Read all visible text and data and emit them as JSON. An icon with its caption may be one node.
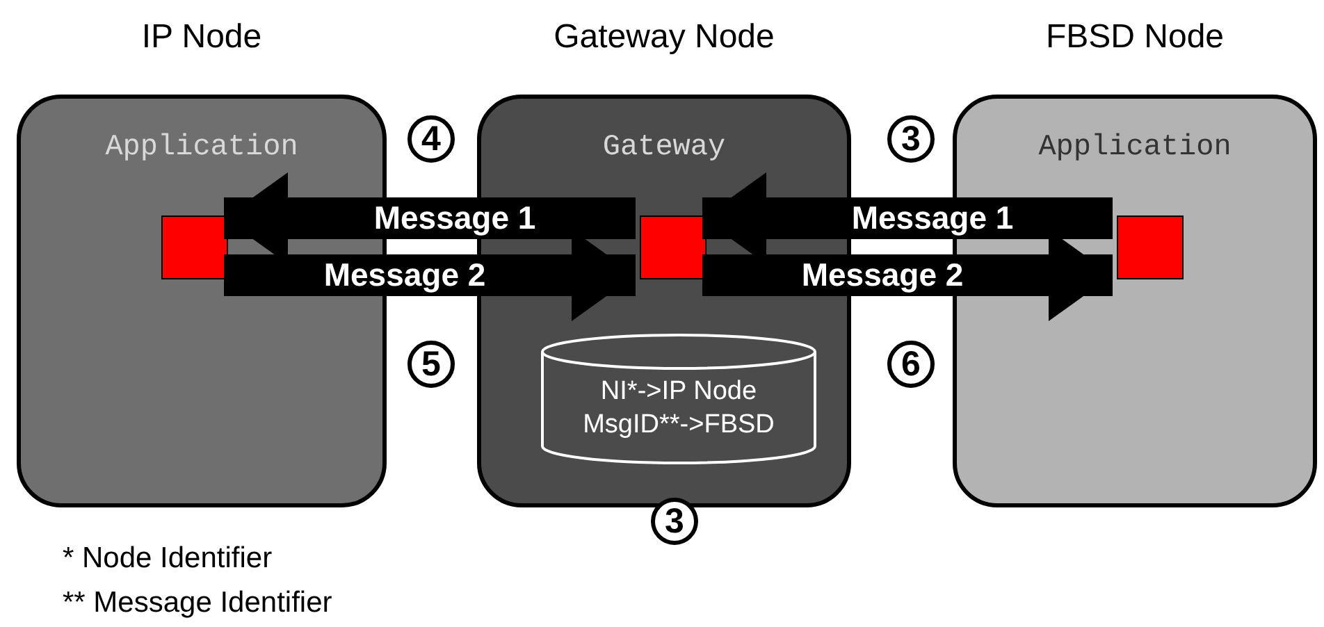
{
  "diagram": {
    "nodes": [
      {
        "text": [
          "IP Node",
          "Application"
        ]
      },
      {
        "text": [],
        "shape": "box",
        "in": 0
      },
      {
        "text": [
          "Gateway Node",
          "Gateway"
        ]
      },
      {
        "text": [],
        "shape": "box",
        "in": 2
      },
      {
        "text": [
          "NI*->IP Node",
          "MsgID**->FBSD"
        ],
        "in": 2
      },
      {
        "text": [
          "FBSD Node",
          "Application"
        ]
      },
      {
        "text": [],
        "shape": "box",
        "in": 5
      }
    ],
    "edges": [
      {
        "from": 3,
        "to": 1,
        "arrow": "to",
        "label": "Message 1"
      },
      {
        "from": 1,
        "to": 3,
        "arrow": "to",
        "label": "Message 2"
      },
      {
        "from": 6,
        "to": 3,
        "arrow": "to",
        "label": "Message 1"
      },
      {
        "from": 3,
        "to": 6,
        "arrow": "to",
        "label": "Message 2"
      }
    ],
    "labels": [
      "4",
      "3",
      "5",
      "6",
      "3",
      "* Node Identifier",
      "** Message Identifier"
    ]
  }
}
